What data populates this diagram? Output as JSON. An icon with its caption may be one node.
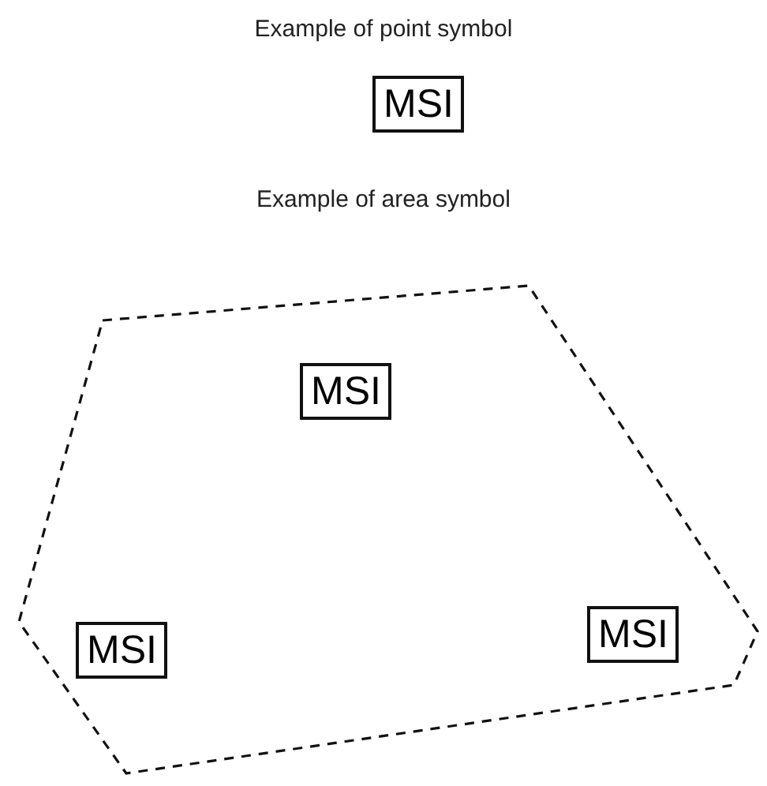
{
  "diagram": {
    "nodes": [
      {
        "text": [
          "MSI"
        ]
      },
      {
        "text": [],
        "shape": "polygon"
      },
      {
        "text": [
          "MSI"
        ],
        "in": 1
      },
      {
        "text": [
          "MSI"
        ],
        "in": 1
      },
      {
        "text": [
          "MSI"
        ],
        "in": 1
      }
    ],
    "labels": [
      "Example of point symbol",
      "Example of area symbol"
    ]
  }
}
